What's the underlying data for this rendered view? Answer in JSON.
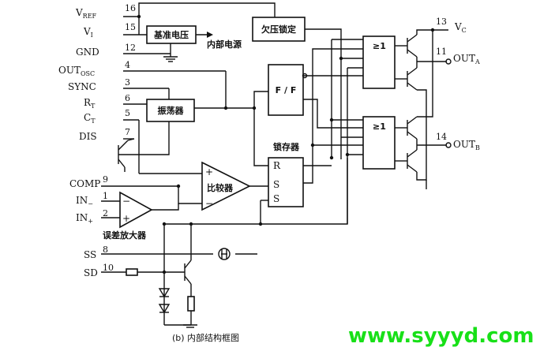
{
  "pins": {
    "vref": {
      "base": "V",
      "sub": "REF",
      "num": "16"
    },
    "vi": {
      "base": "V",
      "sub": "I",
      "num": "15"
    },
    "gnd": {
      "label": "GND",
      "num": "12"
    },
    "outosc": {
      "base": "OUT",
      "sub": "OSC",
      "num": "4"
    },
    "sync": {
      "label": "SYNC",
      "num": "3"
    },
    "rt": {
      "base": "R",
      "sub": "T",
      "num": "6"
    },
    "ct": {
      "base": "C",
      "sub": "T",
      "num": "5"
    },
    "dis": {
      "label": "DIS",
      "num": "7"
    },
    "comp": {
      "label": "COMP",
      "num": "9"
    },
    "inminus": {
      "base": "IN",
      "sub": "−",
      "num": "1"
    },
    "inplus": {
      "base": "IN",
      "sub": "+",
      "num": "2"
    },
    "ss": {
      "label": "SS",
      "num": "8"
    },
    "sd": {
      "label": "SD",
      "num": "10"
    },
    "vc": {
      "base": "V",
      "sub": "C",
      "num": "13"
    },
    "outa": {
      "base": "OUT",
      "sub": "A",
      "num": "11"
    },
    "outb": {
      "base": "OUT",
      "sub": "B",
      "num": "14"
    }
  },
  "blocks": {
    "ref": "基准电压",
    "internal_power": "内部电源",
    "uvlo": "欠压锁定",
    "osc": "振荡器",
    "ff": "F / F",
    "latch": "锁存器",
    "latch_r": "R",
    "latch_s1": "S",
    "latch_s2": "S",
    "comp": "比较器",
    "comp_plus": "+",
    "comp_minus": "−",
    "ea": "误差放大器",
    "ea_minus": "−",
    "ea_plus": "+",
    "nor_a": "≥1",
    "nor_b": "≥1"
  },
  "caption": "(b) 内部结构框图",
  "watermark": "www.syyyd.com"
}
